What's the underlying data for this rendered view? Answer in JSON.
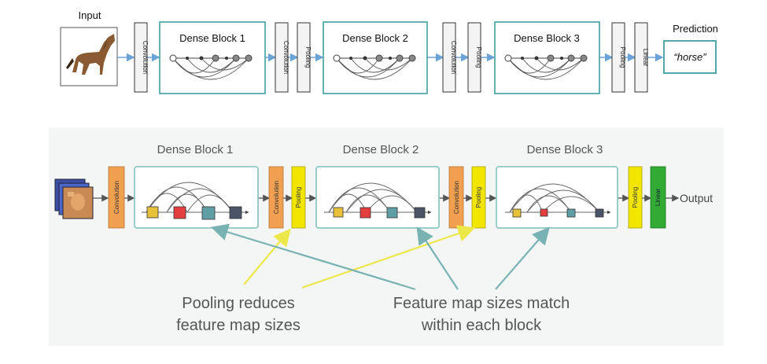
{
  "top": {
    "input_label": "Input",
    "prediction_label": "Prediction",
    "prediction_value": "“horse”",
    "blocks": [
      "Dense Block 1",
      "Dense Block 2",
      "Dense Block 3"
    ],
    "layers": [
      "Convolution",
      "Convolution",
      "Pooling",
      "Convolution",
      "Pooling",
      "Pooling",
      "Linear"
    ]
  },
  "bottom": {
    "blocks": [
      "Dense Block 1",
      "Dense Block 2",
      "Dense Block 3"
    ],
    "layers": [
      "Convolution",
      "Convolution",
      "Pooling",
      "Convolution",
      "Pooling",
      "Pooling",
      "Linear"
    ],
    "output_label": "Output",
    "annotations": {
      "pooling_line1": "Pooling reduces",
      "pooling_line2": "feature map sizes",
      "feature_line1": "Feature map sizes match",
      "feature_line2": "within each block"
    }
  },
  "colors": {
    "block_border_top": "#3f9f9f",
    "block_border_bottom": "#8fc6c6",
    "arrow_top": "#6aa3d8",
    "convolution": "#f0a050",
    "pooling": "#f2e600",
    "linear": "#33aa33",
    "annotation_yellow": "#ece84a",
    "annotation_teal": "#78b2b2",
    "fm_yellow": "#e8c13a",
    "fm_red": "#e43e3e",
    "fm_teal": "#5f9ea5",
    "fm_slate": "#4b5567"
  }
}
